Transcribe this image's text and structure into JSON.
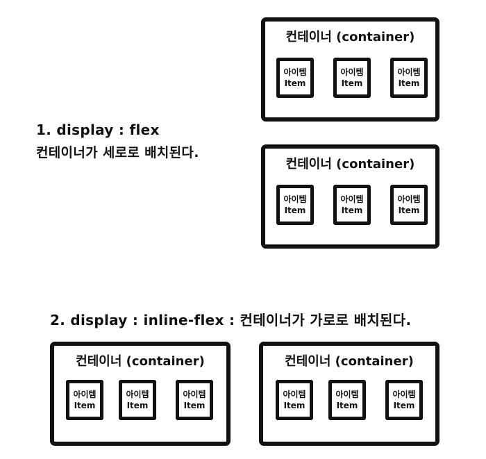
{
  "section1": {
    "title": "1. display : flex",
    "description": "컨테이너가 세로로 배치된다."
  },
  "section2": {
    "title": "2. display : inline-flex : 컨테이너가 가로로 배치된다."
  },
  "containers": [
    {
      "title": "컨테이너 (container)",
      "items": [
        {
          "label": "아이템",
          "sub": "Item"
        },
        {
          "label": "아이템",
          "sub": "Item"
        },
        {
          "label": "아이템",
          "sub": "Item"
        }
      ]
    },
    {
      "title": "컨테이너 (container)",
      "items": [
        {
          "label": "아이템",
          "sub": "Item"
        },
        {
          "label": "아이템",
          "sub": "Item"
        },
        {
          "label": "아이템",
          "sub": "Item"
        }
      ]
    },
    {
      "title": "컨테이너 (container)",
      "items": [
        {
          "label": "아이템",
          "sub": "Item"
        },
        {
          "label": "아이템",
          "sub": "Item"
        },
        {
          "label": "아이템",
          "sub": "Item"
        }
      ]
    },
    {
      "title": "컨테이너 (container)",
      "items": [
        {
          "label": "아이템",
          "sub": "Item"
        },
        {
          "label": "아이템",
          "sub": "Item"
        },
        {
          "label": "아이템",
          "sub": "Item"
        }
      ]
    }
  ]
}
